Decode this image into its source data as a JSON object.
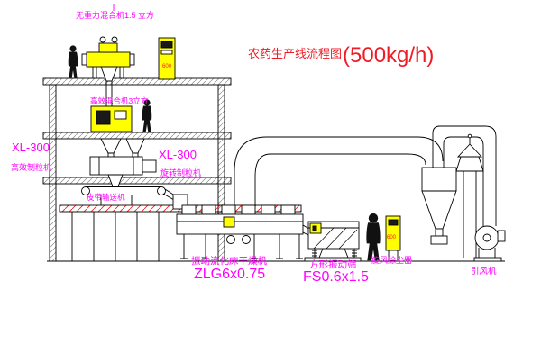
{
  "diagram": {
    "title": "农药生产线流程图",
    "capacity": "(500kg/h)"
  },
  "labels": {
    "gravity_mixer": "无重力混合机1.5 立方",
    "high_efficiency_mixer": "高效混合机3立方",
    "left_granulator_model": "XL-300",
    "left_granulator_name": "高效制粒机",
    "center_granulator_model": "XL-300",
    "center_granulator_name": "旋转制粒机",
    "belt_conveyor": "皮带输送机",
    "dryer_name": "振动流化床干燥机",
    "dryer_model": "ZLG6x0.75",
    "screen_name": "方形振动筛",
    "screen_model": "FS0.6x1.5",
    "cyclone": "旋风除尘器",
    "fan": "引风机"
  },
  "control_panels": {
    "top_panel_text": "600",
    "right_panel_text": "600"
  },
  "colors": {
    "label_magenta": "#ff00ff",
    "title_red": "#ee1c25",
    "equipment_yellow": "#ffff00",
    "line_black": "#000000",
    "hatch_red": "#ee2222"
  }
}
